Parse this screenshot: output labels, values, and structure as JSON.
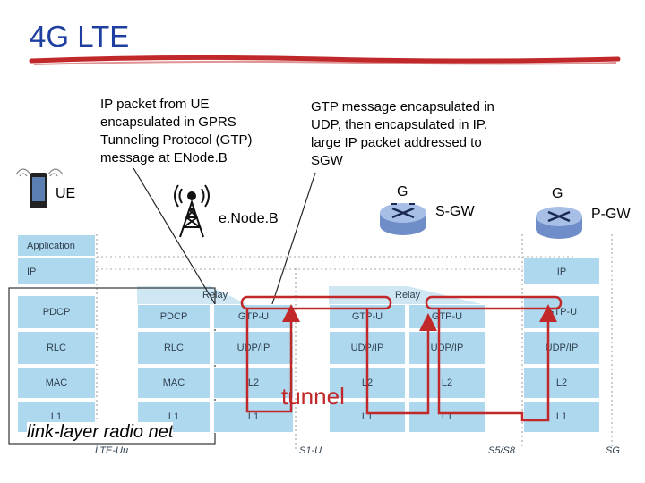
{
  "title": "4G LTE",
  "callouts": {
    "left": [
      "IP packet from UE",
      "encapsulated in GPRS",
      "Tunneling Protocol (GTP)",
      "message at ENode.B"
    ],
    "right": [
      "GTP message encapsulated in",
      "UDP, then encapsulated in IP.",
      "large IP packet addressed to",
      "SGW"
    ]
  },
  "nodes": {
    "ue": "UE",
    "enodeb": "e.Node.B",
    "sgw": "S-GW",
    "pgw": "P-GW",
    "sgw_router_letter": "G",
    "pgw_router_letter": "G"
  },
  "stacks": {
    "ue": [
      "Application",
      "IP",
      "PDCP",
      "RLC",
      "MAC",
      "L1"
    ],
    "enodeb_radio": [
      "PDCP",
      "RLC",
      "MAC",
      "L1"
    ],
    "enodeb_net": [
      "GTP-U",
      "UDP/IP",
      "L2",
      "L1"
    ],
    "sgw_left": [
      "GTP-U",
      "UDP/IP",
      "L2",
      "L1"
    ],
    "sgw_right": [
      "GTP-U",
      "UDP/IP",
      "L2",
      "L1"
    ],
    "pgw": [
      "IP",
      "GTP-U",
      "UDP/IP",
      "L2",
      "L1"
    ]
  },
  "relay_labels": [
    "Relay",
    "Relay"
  ],
  "interfaces": [
    "LTE-Uu",
    "S1-U",
    "S5/S8",
    "SG"
  ],
  "annotations": {
    "tunnel": "tunnel",
    "radio": "link-layer radio net"
  },
  "colors": {
    "title": "#1f3fa0",
    "underline": "#c0282a",
    "stack_cell": "#aed8ee",
    "tunnel_arrow": "#c0282a"
  }
}
